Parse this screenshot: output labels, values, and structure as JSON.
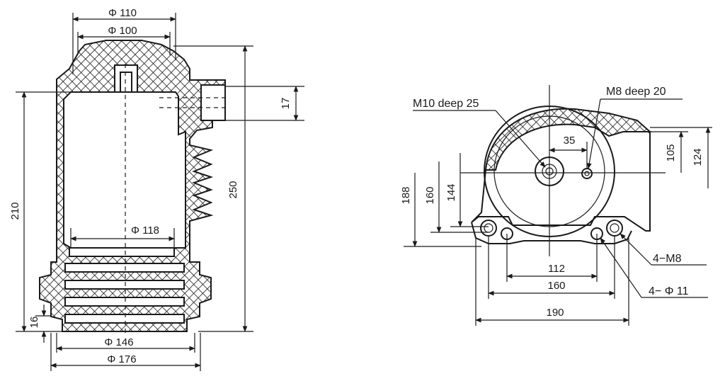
{
  "side_view": {
    "phi110": "Φ 110",
    "phi100": "Φ 100",
    "dim17": "17",
    "dim250": "250",
    "dim210": "210",
    "phi118": "Φ 118",
    "dim16": "16",
    "phi146": "Φ 146",
    "phi176": "Φ 176"
  },
  "top_view": {
    "m10": "M10 deep 25",
    "m8": "M8 deep 20",
    "dim35": "35",
    "dim105": "105",
    "dim124": "124",
    "dim188": "188",
    "dim160v": "160",
    "dim144": "144",
    "dim112": "112",
    "dim160h": "160",
    "dim190": "190",
    "bolts": "4−M8",
    "holes": "4− Φ 11"
  }
}
